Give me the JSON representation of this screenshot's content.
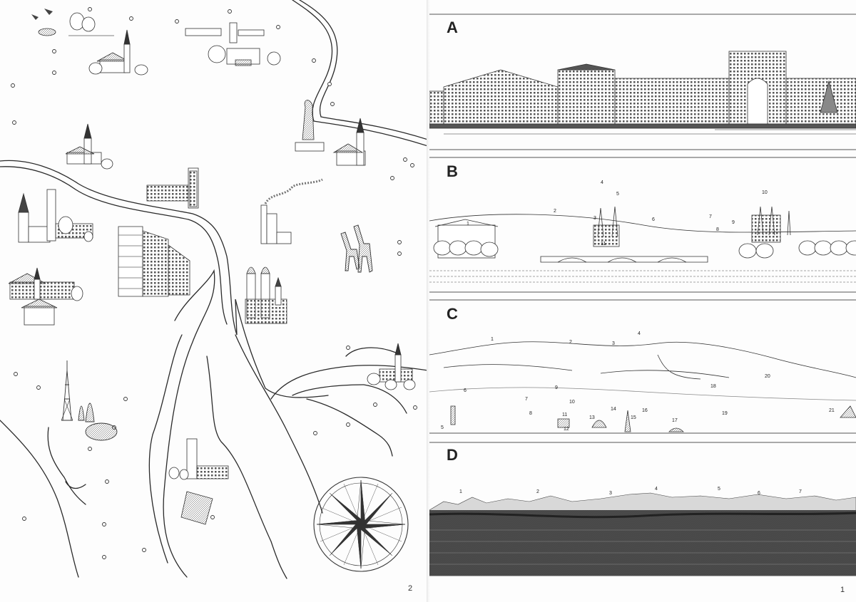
{
  "left_page": {
    "page_number": "2",
    "icons": [
      "duck-icon",
      "church-icon",
      "factory-icon",
      "highrise-icon",
      "cathedral-icon",
      "giraffe-icon",
      "tower-icon",
      "compass-rose-icon",
      "tree-icon",
      "location-marker-icon"
    ]
  },
  "right_page": {
    "page_number": "1",
    "panels": [
      {
        "letter": "A",
        "labels": []
      },
      {
        "letter": "B",
        "labels": [
          "1",
          "2",
          "3",
          "4",
          "5",
          "6",
          "7",
          "8",
          "9",
          "10",
          "11"
        ]
      },
      {
        "letter": "C",
        "labels": [
          "1",
          "2",
          "3",
          "4",
          "5",
          "6",
          "7",
          "8",
          "9",
          "10",
          "11",
          "12",
          "13",
          "14",
          "15",
          "16",
          "17",
          "18",
          "19",
          "20",
          "21"
        ]
      },
      {
        "letter": "D",
        "labels": [
          "1",
          "2",
          "3",
          "4",
          "5",
          "6",
          "7"
        ]
      }
    ]
  },
  "colors": {
    "ink": "#2a2a2a",
    "paper": "#fdfdfd",
    "frame": "#555555"
  }
}
